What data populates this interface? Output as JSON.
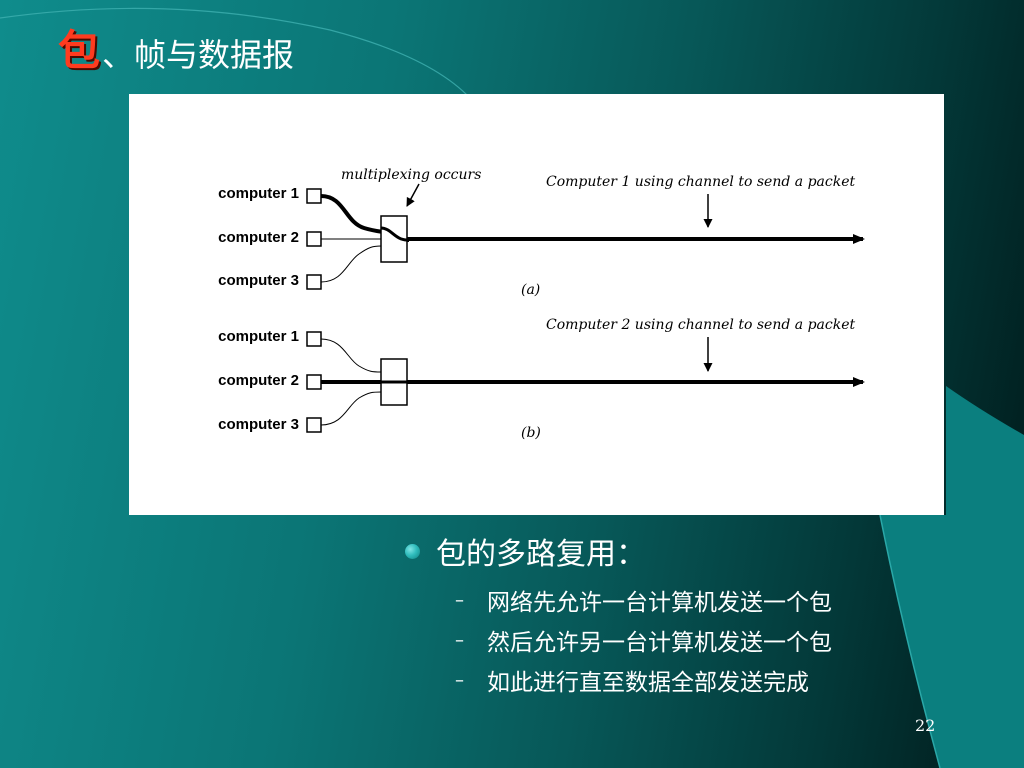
{
  "slide": {
    "title_key": "包",
    "title_rest": "、帧与数据报",
    "page_number": "22"
  },
  "figure": {
    "multiplex_label": "multiplexing occurs",
    "panel_a": {
      "caption": "Computer 1 using channel to send a packet",
      "tag": "(a)",
      "computers": [
        "computer 1",
        "computer 2",
        "computer 3"
      ]
    },
    "panel_b": {
      "caption": "Computer 2 using channel to send a packet",
      "tag": "(b)",
      "computers": [
        "computer 1",
        "computer 2",
        "computer 3"
      ]
    }
  },
  "bullets": {
    "main": "包的多路复用：",
    "subs": [
      "网络先允许一台计算机发送一个包",
      "然后允许另一台计算机发送一个包",
      "如此进行直至数据全部发送完成"
    ]
  }
}
